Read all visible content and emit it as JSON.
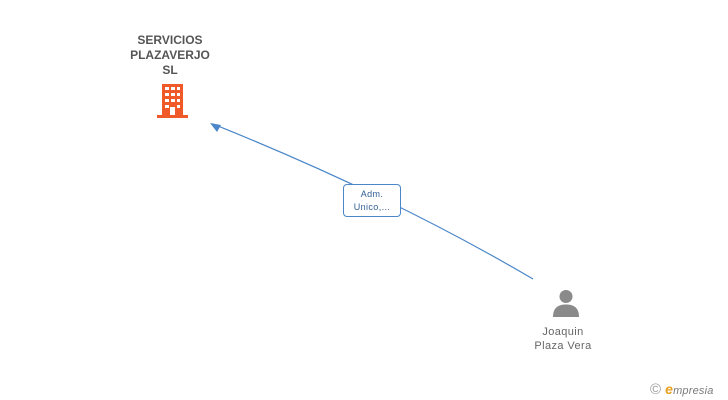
{
  "company": {
    "name_lines": [
      "SERVICIOS",
      "PLAZAVERJO",
      "SL"
    ],
    "icon": "building-icon",
    "color": "#f05a28"
  },
  "relation": {
    "label_lines": [
      "Adm.",
      "Unico,..."
    ],
    "color": "#4a86c8"
  },
  "person": {
    "name_lines": [
      "Joaquin",
      "Plaza Vera"
    ],
    "icon": "person-icon",
    "color": "#8a8a8a"
  },
  "watermark": {
    "symbol": "©",
    "brand_initial": "e",
    "brand_rest": "mpresia"
  }
}
